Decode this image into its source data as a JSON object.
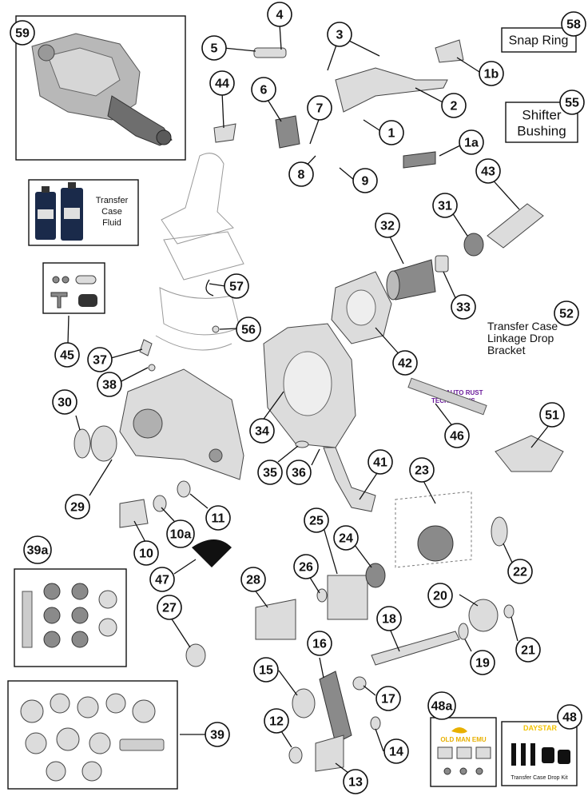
{
  "callouts": [
    {
      "id": "59",
      "label": "59"
    },
    {
      "id": "4",
      "label": "4"
    },
    {
      "id": "58",
      "label": "58"
    },
    {
      "id": "5",
      "label": "5"
    },
    {
      "id": "3",
      "label": "3"
    },
    {
      "id": "1b",
      "label": "1b"
    },
    {
      "id": "44",
      "label": "44"
    },
    {
      "id": "6",
      "label": "6"
    },
    {
      "id": "2",
      "label": "2"
    },
    {
      "id": "55",
      "label": "55"
    },
    {
      "id": "7",
      "label": "7"
    },
    {
      "id": "1",
      "label": "1"
    },
    {
      "id": "1a",
      "label": "1a"
    },
    {
      "id": "8",
      "label": "8"
    },
    {
      "id": "9",
      "label": "9"
    },
    {
      "id": "43",
      "label": "43"
    },
    {
      "id": "31",
      "label": "31"
    },
    {
      "id": "32",
      "label": "32"
    },
    {
      "id": "57",
      "label": "57"
    },
    {
      "id": "33",
      "label": "33"
    },
    {
      "id": "52",
      "label": "52"
    },
    {
      "id": "56",
      "label": "56"
    },
    {
      "id": "45",
      "label": "45"
    },
    {
      "id": "37",
      "label": "37"
    },
    {
      "id": "42",
      "label": "42"
    },
    {
      "id": "38",
      "label": "38"
    },
    {
      "id": "30",
      "label": "30"
    },
    {
      "id": "34",
      "label": "34"
    },
    {
      "id": "46",
      "label": "46"
    },
    {
      "id": "51",
      "label": "51"
    },
    {
      "id": "23",
      "label": "23"
    },
    {
      "id": "41",
      "label": "41"
    },
    {
      "id": "35",
      "label": "35"
    },
    {
      "id": "36",
      "label": "36"
    },
    {
      "id": "29",
      "label": "29"
    },
    {
      "id": "11",
      "label": "11"
    },
    {
      "id": "25",
      "label": "25"
    },
    {
      "id": "10a",
      "label": "10a"
    },
    {
      "id": "24",
      "label": "24"
    },
    {
      "id": "39a",
      "label": "39a"
    },
    {
      "id": "10",
      "label": "10"
    },
    {
      "id": "22",
      "label": "22"
    },
    {
      "id": "47",
      "label": "47"
    },
    {
      "id": "28",
      "label": "28"
    },
    {
      "id": "26",
      "label": "26"
    },
    {
      "id": "20",
      "label": "20"
    },
    {
      "id": "27",
      "label": "27"
    },
    {
      "id": "18",
      "label": "18"
    },
    {
      "id": "21",
      "label": "21"
    },
    {
      "id": "16",
      "label": "16"
    },
    {
      "id": "19",
      "label": "19"
    },
    {
      "id": "15",
      "label": "15"
    },
    {
      "id": "17",
      "label": "17"
    },
    {
      "id": "48a",
      "label": "48a"
    },
    {
      "id": "48",
      "label": "48"
    },
    {
      "id": "39",
      "label": "39"
    },
    {
      "id": "12",
      "label": "12"
    },
    {
      "id": "14",
      "label": "14"
    },
    {
      "id": "13",
      "label": "13"
    }
  ],
  "labels": {
    "snap_ring": "Snap Ring",
    "shifter_bushing_line1": "Shifter",
    "shifter_bushing_line2": "Bushing",
    "fluid_line1": "Transfer",
    "fluid_line2": "Case",
    "fluid_line3": "Fluid",
    "bracket_line1": "Transfer Case",
    "bracket_line2": "Linkage Drop",
    "bracket_line3": "Bracket",
    "watermark_line1": "AUTO RUST",
    "watermark_line2": "TECHNICIANS",
    "kit_48a_brand": "OLD MAN EMU",
    "kit_48_brand": "DAYSTAR",
    "kit_48_caption": "Transfer Case Drop Kit"
  },
  "colors": {
    "fluid_bottle": "#1a2a4a",
    "watermark": "#6a1b9a",
    "ome_yellow": "#e8b000",
    "daystar_yellow": "#f2c200",
    "daystar_black": "#111111"
  }
}
